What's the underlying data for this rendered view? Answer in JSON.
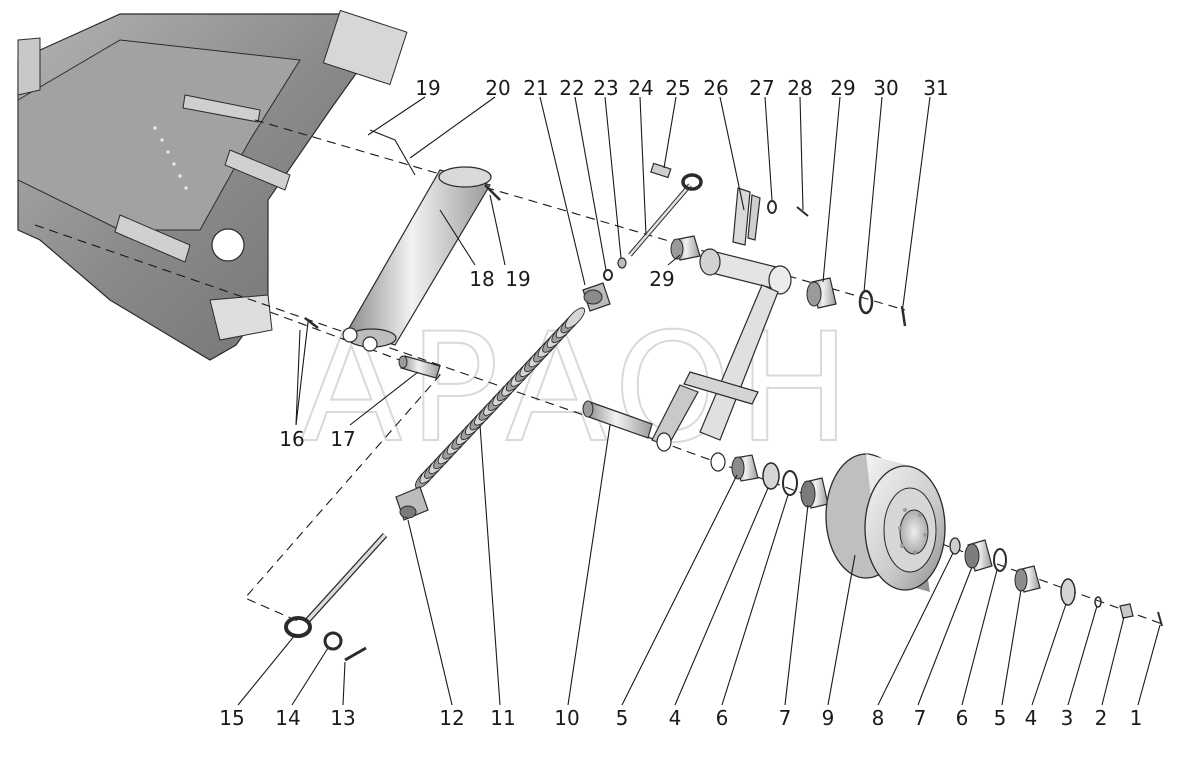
{
  "watermark": "АРАОН",
  "callouts": {
    "top": [
      "19",
      "20",
      "21",
      "22",
      "23",
      "24",
      "25",
      "26",
      "27",
      "28",
      "29",
      "30",
      "31"
    ],
    "middle": [
      "18",
      "19",
      "29",
      "16",
      "17"
    ],
    "bottom": [
      "15",
      "14",
      "13",
      "12",
      "11",
      "10",
      "5",
      "4",
      "6",
      "7",
      "9",
      "8",
      "7",
      "6",
      "5",
      "4",
      "3",
      "2",
      "1"
    ]
  },
  "colors": {
    "metal_light": "#e6e6e6",
    "metal_mid": "#bdbdbd",
    "metal_dark": "#7d7d7d",
    "frame": "#8f8f8f",
    "line": "#1a1a1a"
  }
}
